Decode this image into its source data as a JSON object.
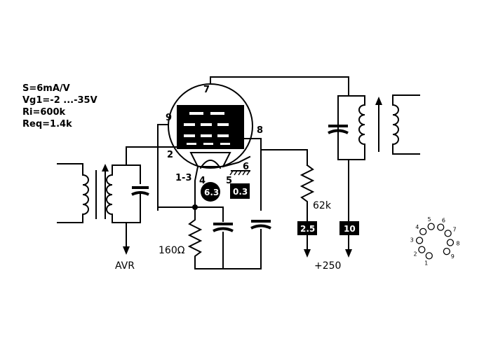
{
  "specs": {
    "line1": "S=6mA/V",
    "line2": "Vg1=-2 ...-35V",
    "line3": "Ri=600k",
    "line4": "Req=1.4k"
  },
  "pins": {
    "p7": "7",
    "p9": "9",
    "p8": "8",
    "p2": "2",
    "p13": "1-3",
    "p4": "4",
    "p5": "5",
    "p6": "6"
  },
  "heater": {
    "voltage": "6.3",
    "current": "0.3"
  },
  "components": {
    "cathode_resistor": "160Ω",
    "screen_resistor": "62k"
  },
  "supply": {
    "screen_current": "2.5",
    "anode_current": "10",
    "hv": "+250"
  },
  "avr": "AVR",
  "socket": {
    "pins": [
      "1",
      "2",
      "3",
      "4",
      "5",
      "6",
      "7",
      "8",
      "9"
    ]
  }
}
